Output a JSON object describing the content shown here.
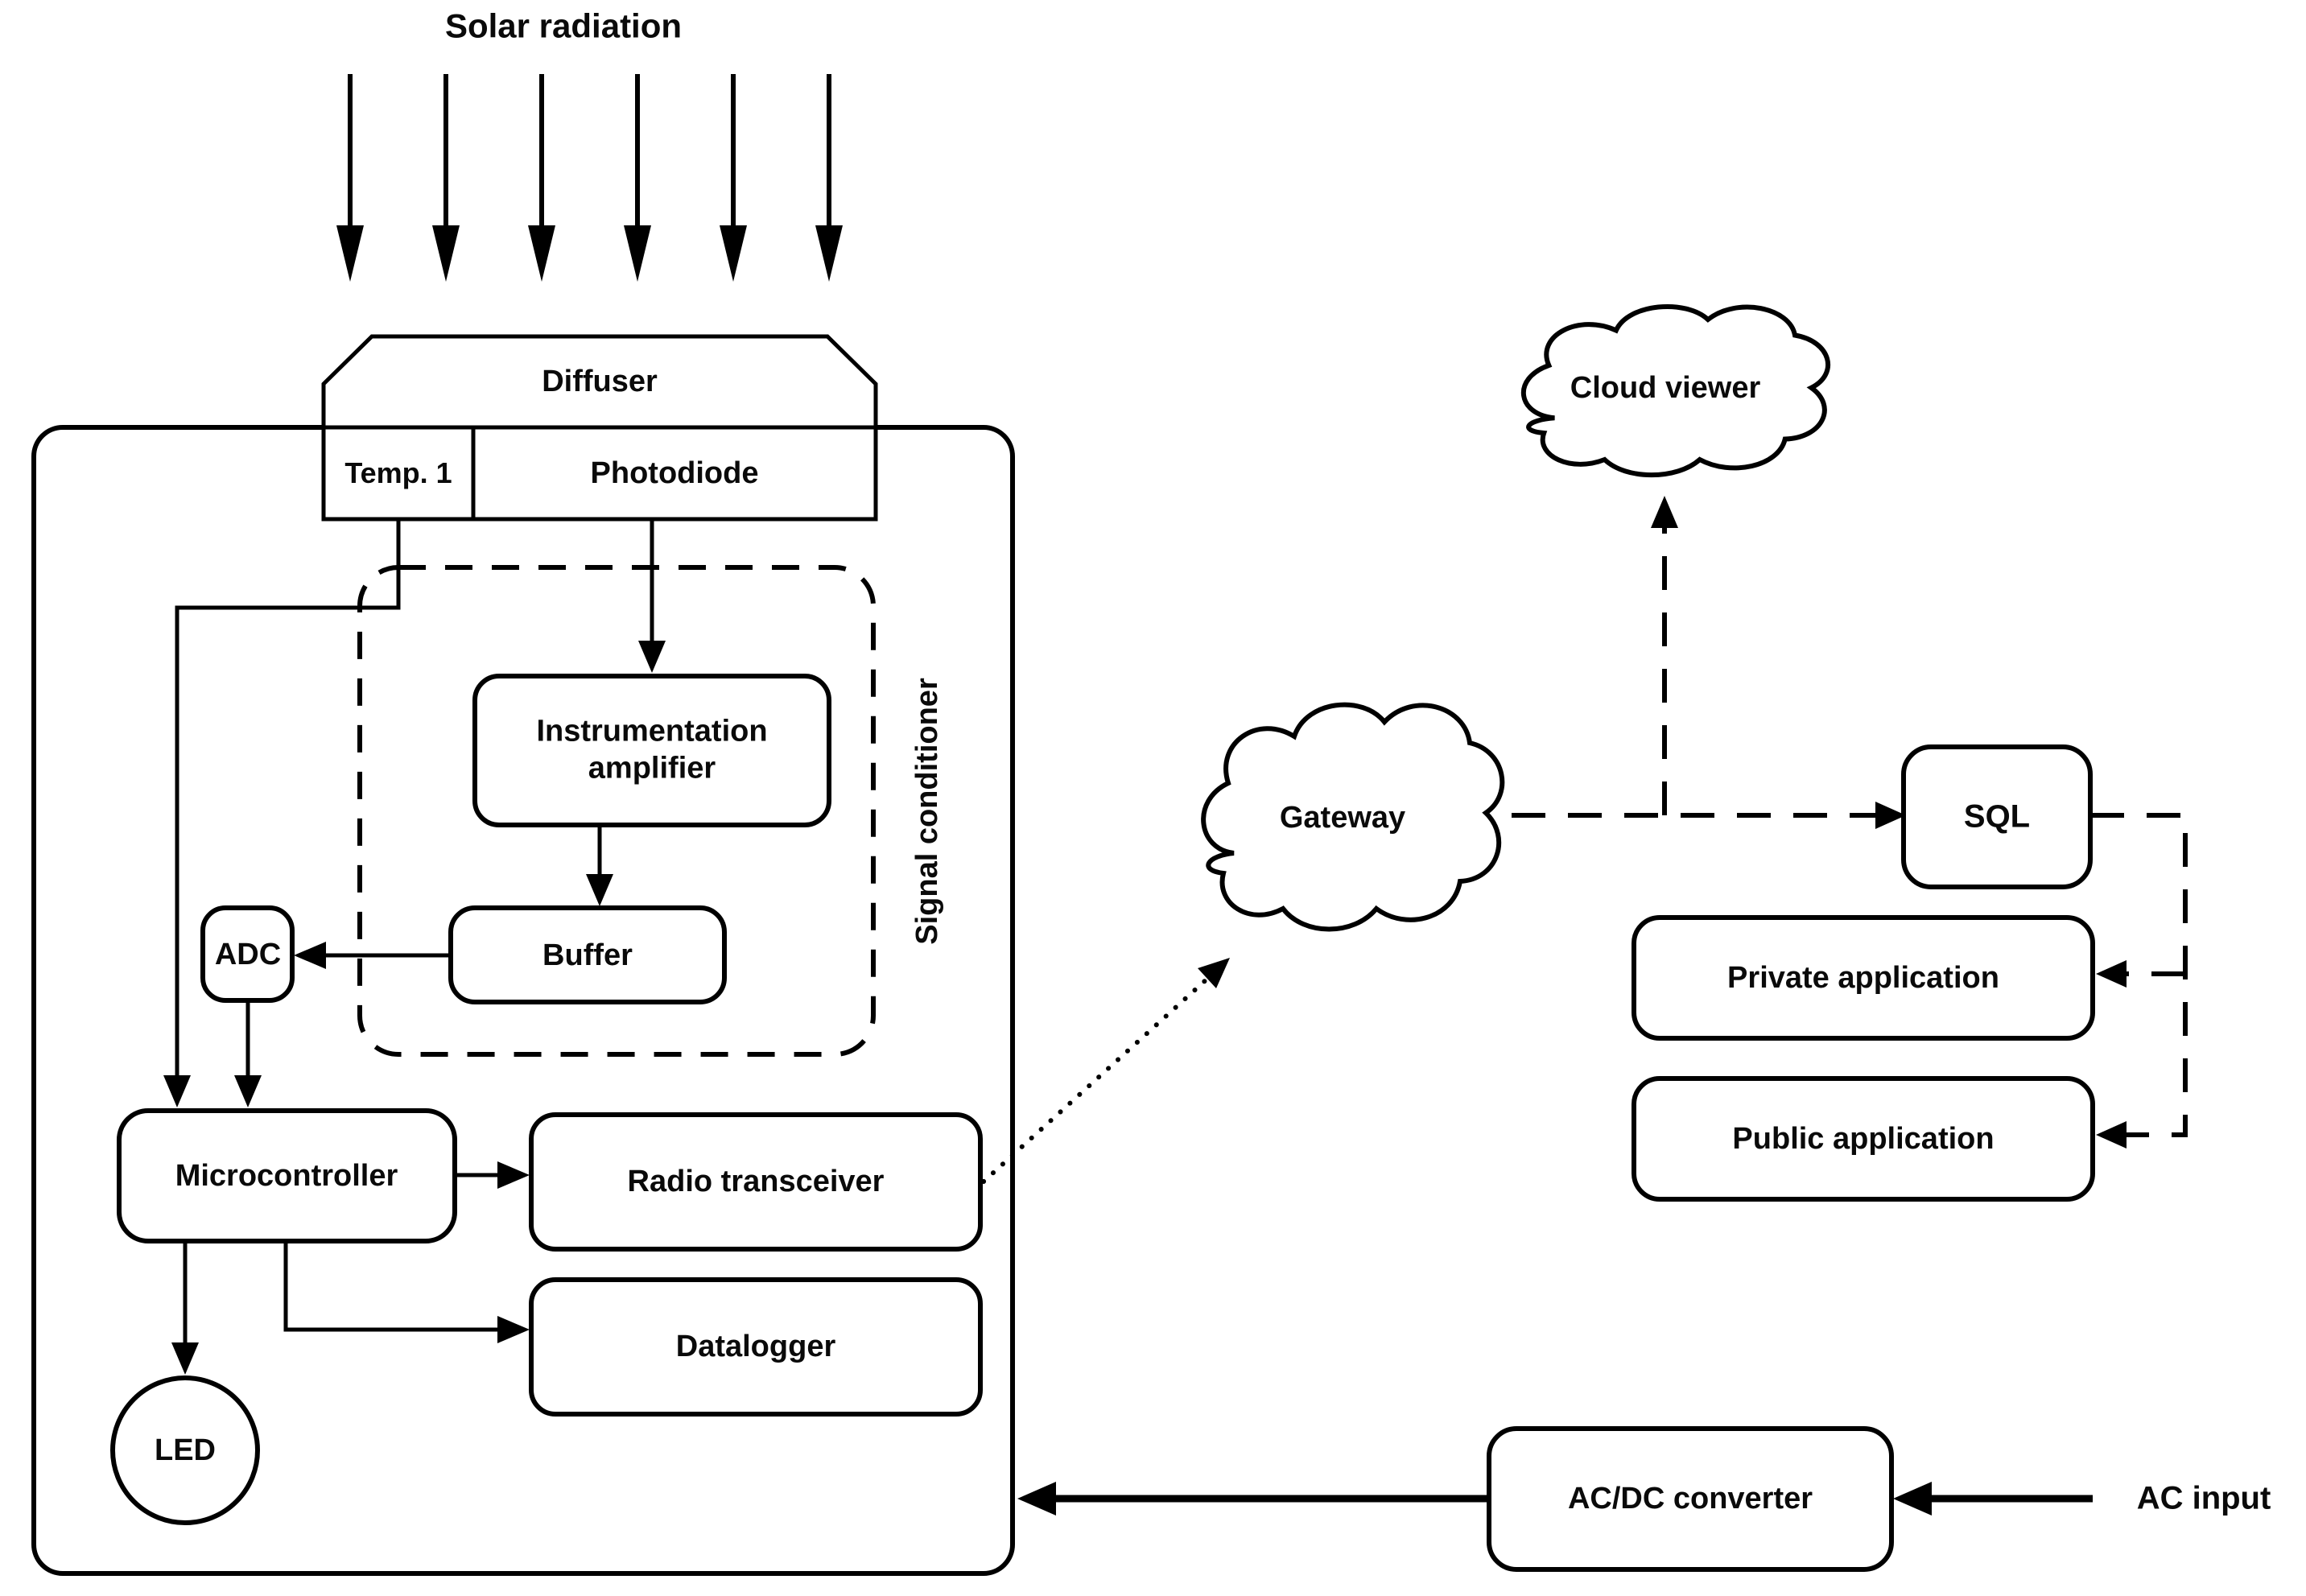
{
  "title": "Solar radiation",
  "device": {
    "diffuser": "Diffuser",
    "temp1": "Temp. 1",
    "photodiode": "Photodiode",
    "signal_conditioner": "Signal conditioner",
    "instrumentation_amplifier": "Instrumentation amplifier",
    "buffer": "Buffer",
    "adc": "ADC",
    "microcontroller": "Microcontroller",
    "radio_transceiver": "Radio transceiver",
    "datalogger": "Datalogger",
    "led": "LED"
  },
  "network": {
    "gateway": "Gateway",
    "cloud_viewer": "Cloud viewer",
    "sql": "SQL",
    "private_application": "Private application",
    "public_application": "Public application"
  },
  "power": {
    "acdc_converter": "AC/DC converter",
    "ac_input": "AC input"
  },
  "colors": {
    "line": "#000000",
    "background": "#ffffff"
  }
}
